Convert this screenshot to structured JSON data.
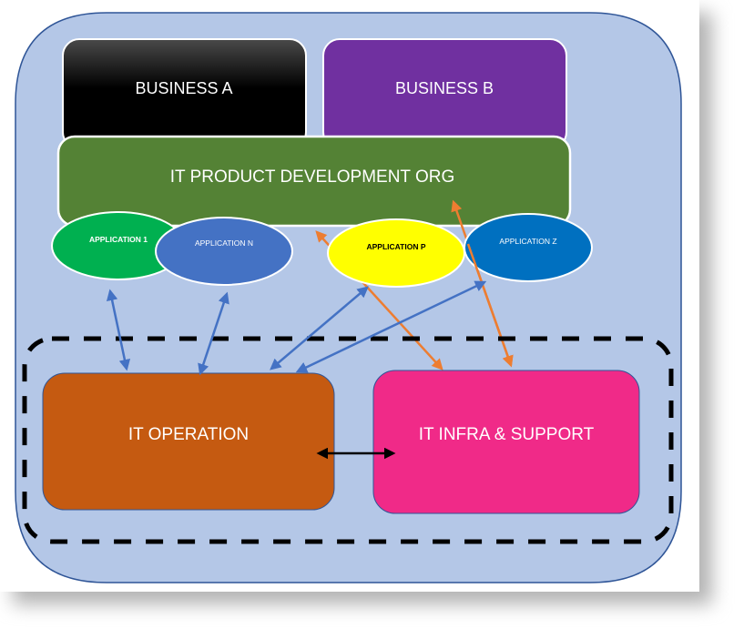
{
  "diagram": {
    "colors": {
      "container_fill": "#b4c7e7",
      "container_stroke": "#2f5597",
      "business_a": "#000000",
      "business_b": "#7030a0",
      "it_product_dev": "#548235",
      "app_1": "#00b050",
      "app_n": "#4472c4",
      "app_p": "#ffff00",
      "app_z": "#0070c0",
      "it_operation": "#c55a11",
      "it_infra": "#f02a88",
      "blue_arrow": "#4472c4",
      "orange_arrow": "#ed7d31",
      "black_arrow": "#000000"
    },
    "business_units": [
      {
        "id": "business-a",
        "label": "BUSINESS A"
      },
      {
        "id": "business-b",
        "label": "BUSINESS B"
      }
    ],
    "it_product_dev": {
      "label": "IT PRODUCT DEVELOPMENT ORG"
    },
    "applications": [
      {
        "id": "app-1",
        "label": "APPLICATION 1"
      },
      {
        "id": "app-n",
        "label": "APPLICATION N"
      },
      {
        "id": "app-p",
        "label": "APPLICATION P"
      },
      {
        "id": "app-z",
        "label": "APPLICATION Z"
      }
    ],
    "operations_group": {
      "style": "dashed"
    },
    "it_operation": {
      "label": "IT OPERATION"
    },
    "it_infra": {
      "label": "IT INFRA & SUPPORT"
    },
    "connections": [
      {
        "from": "APPLICATION 1",
        "to": "IT OPERATION",
        "type": "bidirectional",
        "color": "blue"
      },
      {
        "from": "APPLICATION N",
        "to": "IT OPERATION",
        "type": "bidirectional",
        "color": "blue"
      },
      {
        "from": "APPLICATION P",
        "to": "IT OPERATION",
        "type": "bidirectional",
        "color": "blue"
      },
      {
        "from": "APPLICATION Z",
        "to": "IT OPERATION",
        "type": "bidirectional",
        "color": "blue"
      },
      {
        "from": "IT PRODUCT DEVELOPMENT ORG",
        "to": "IT INFRA & SUPPORT",
        "type": "bidirectional",
        "color": "orange"
      },
      {
        "from": "IT PRODUCT DEVELOPMENT ORG",
        "to": "IT INFRA & SUPPORT",
        "type": "bidirectional",
        "color": "orange"
      },
      {
        "from": "IT OPERATION",
        "to": "IT INFRA & SUPPORT",
        "type": "bidirectional",
        "color": "black"
      }
    ]
  }
}
